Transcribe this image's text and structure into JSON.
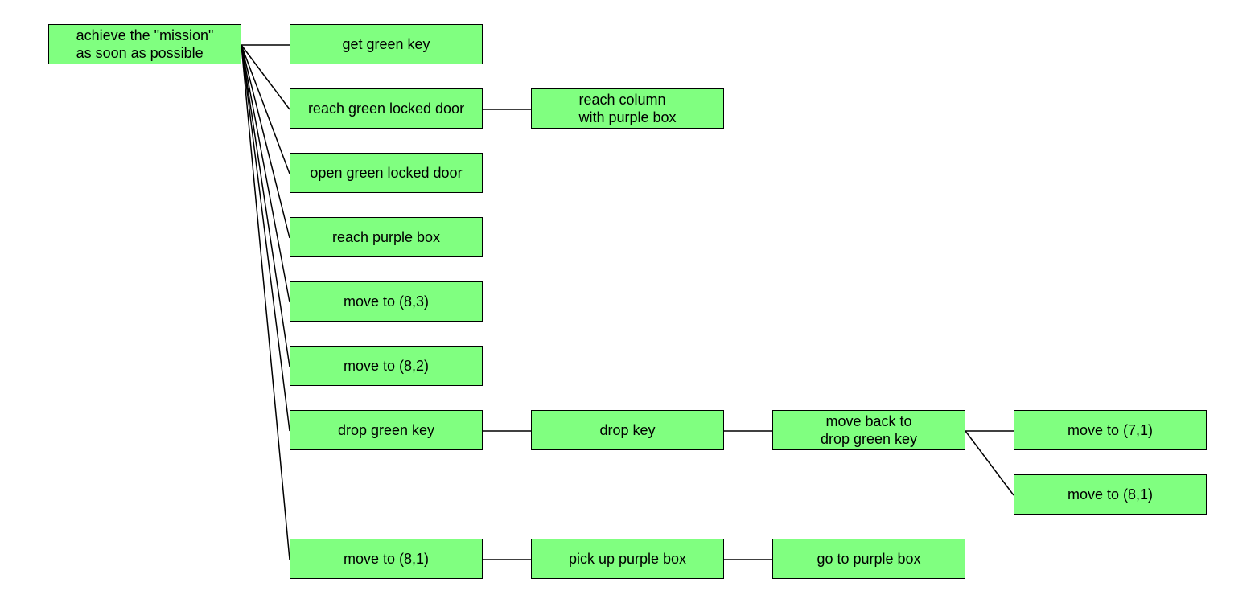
{
  "colors": {
    "node_fill": "#80ff80",
    "node_border": "#000000",
    "edge": "#000000",
    "background": "#ffffff"
  },
  "nodes": [
    {
      "id": "root",
      "label": "achieve the \"mission\"\nas soon as possible",
      "align": "left"
    },
    {
      "id": "get-green-key",
      "label": "get green key"
    },
    {
      "id": "reach-green-locked-door",
      "label": "reach green locked door"
    },
    {
      "id": "reach-column-with-purple-box",
      "label": "reach column\nwith purple box",
      "align": "left"
    },
    {
      "id": "open-green-locked-door",
      "label": "open green locked door"
    },
    {
      "id": "reach-purple-box",
      "label": "reach purple box"
    },
    {
      "id": "move-to-8-3",
      "label": "move to (8,3)"
    },
    {
      "id": "move-to-8-2",
      "label": "move to (8,2)"
    },
    {
      "id": "drop-green-key",
      "label": "drop green key"
    },
    {
      "id": "drop-key",
      "label": "drop key"
    },
    {
      "id": "move-back-to-drop-green-key",
      "label": "move back to\ndrop green key"
    },
    {
      "id": "move-to-7-1",
      "label": "move to (7,1)"
    },
    {
      "id": "move-to-8-1-b",
      "label": "move to (8,1)"
    },
    {
      "id": "move-to-8-1-a",
      "label": "move to (8,1)"
    },
    {
      "id": "pick-up-purple-box",
      "label": "pick up purple box"
    },
    {
      "id": "go-to-purple-box",
      "label": "go to purple box"
    }
  ],
  "edges": [
    [
      "root",
      "get-green-key"
    ],
    [
      "root",
      "reach-green-locked-door"
    ],
    [
      "root",
      "open-green-locked-door"
    ],
    [
      "root",
      "reach-purple-box"
    ],
    [
      "root",
      "move-to-8-3"
    ],
    [
      "root",
      "move-to-8-2"
    ],
    [
      "root",
      "drop-green-key"
    ],
    [
      "root",
      "move-to-8-1-a"
    ],
    [
      "reach-green-locked-door",
      "reach-column-with-purple-box"
    ],
    [
      "drop-green-key",
      "drop-key"
    ],
    [
      "drop-key",
      "move-back-to-drop-green-key"
    ],
    [
      "move-back-to-drop-green-key",
      "move-to-7-1"
    ],
    [
      "move-back-to-drop-green-key",
      "move-to-8-1-b"
    ],
    [
      "move-to-8-1-a",
      "pick-up-purple-box"
    ],
    [
      "pick-up-purple-box",
      "go-to-purple-box"
    ]
  ]
}
